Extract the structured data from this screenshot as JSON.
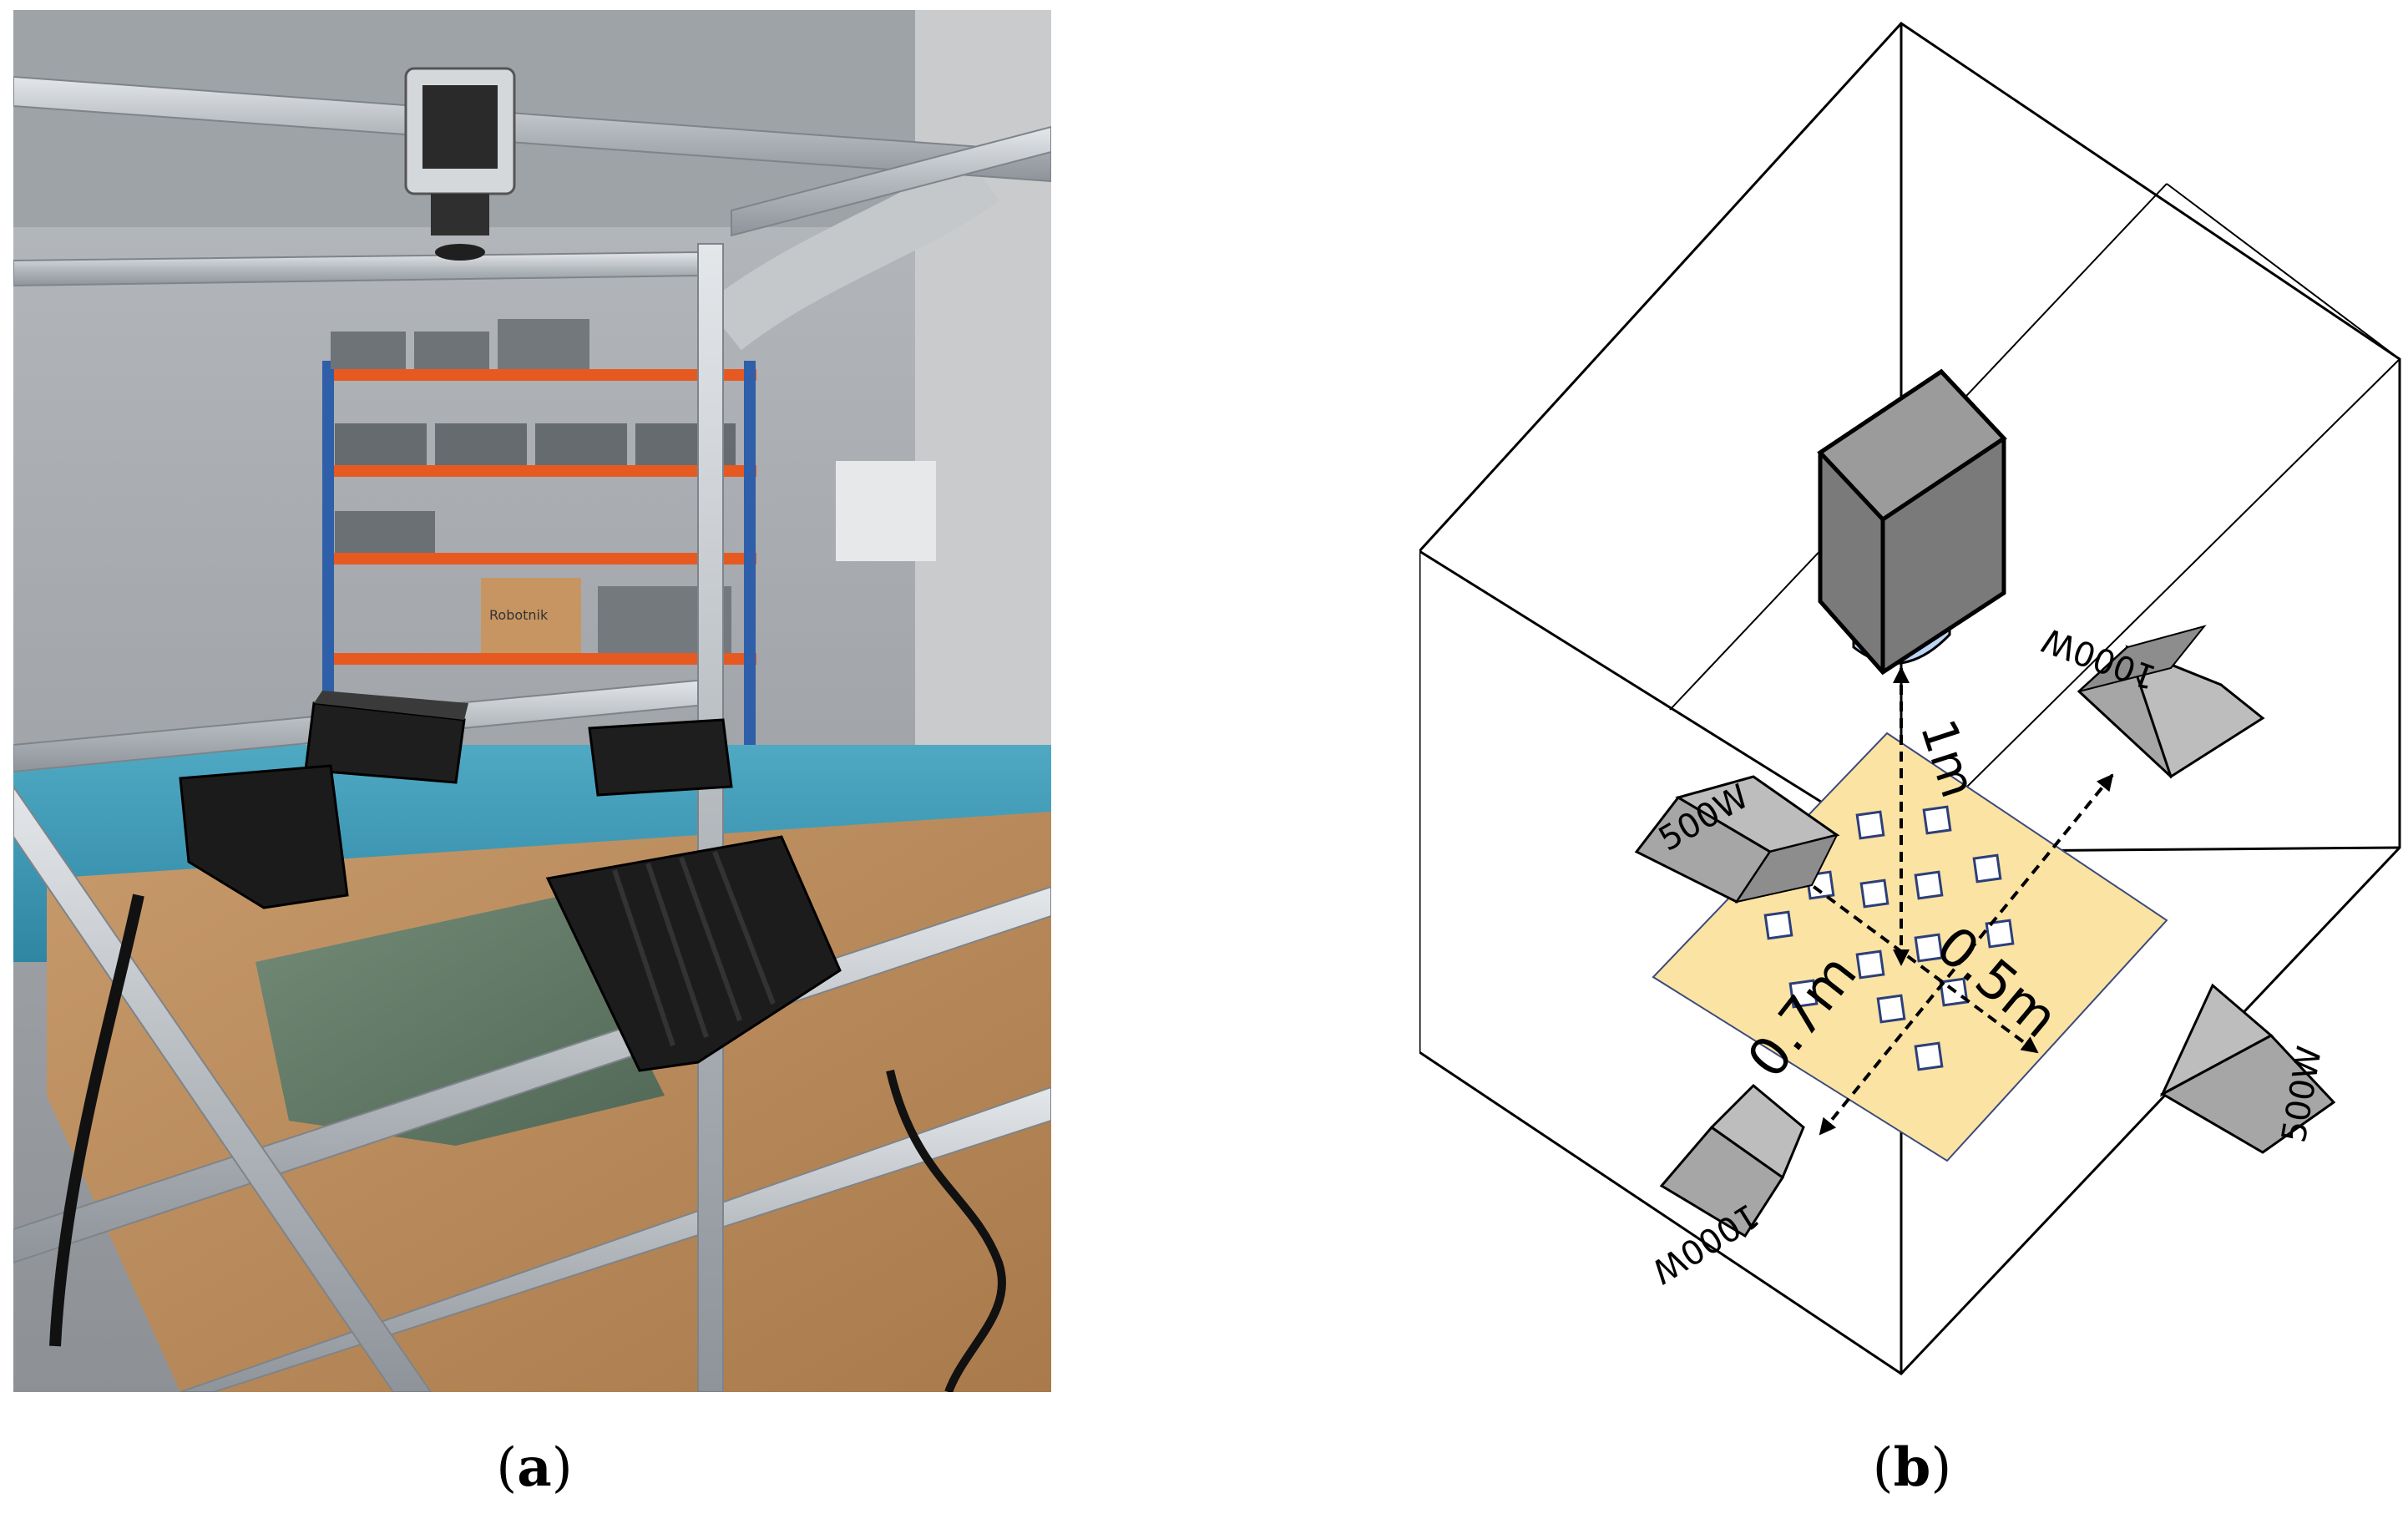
{
  "panel_a": {
    "caption_open": "(",
    "caption_letter": "a",
    "caption_close": ")",
    "box_label": "Robotnik"
  },
  "panel_b": {
    "caption_open": "(",
    "caption_letter": "b",
    "caption_close": ")",
    "lamps": [
      {
        "label": "1000W"
      },
      {
        "label": "500W"
      },
      {
        "label": "500W"
      },
      {
        "label": "1000W"
      }
    ],
    "dimensions": {
      "height": "1m",
      "width": "0.5m",
      "length": "0.7m"
    },
    "colors": {
      "plate": "#fbe3a4",
      "lamp": "#a6a6a6",
      "camera": "#7a7a7a",
      "lens": "#bcd4f5"
    }
  }
}
